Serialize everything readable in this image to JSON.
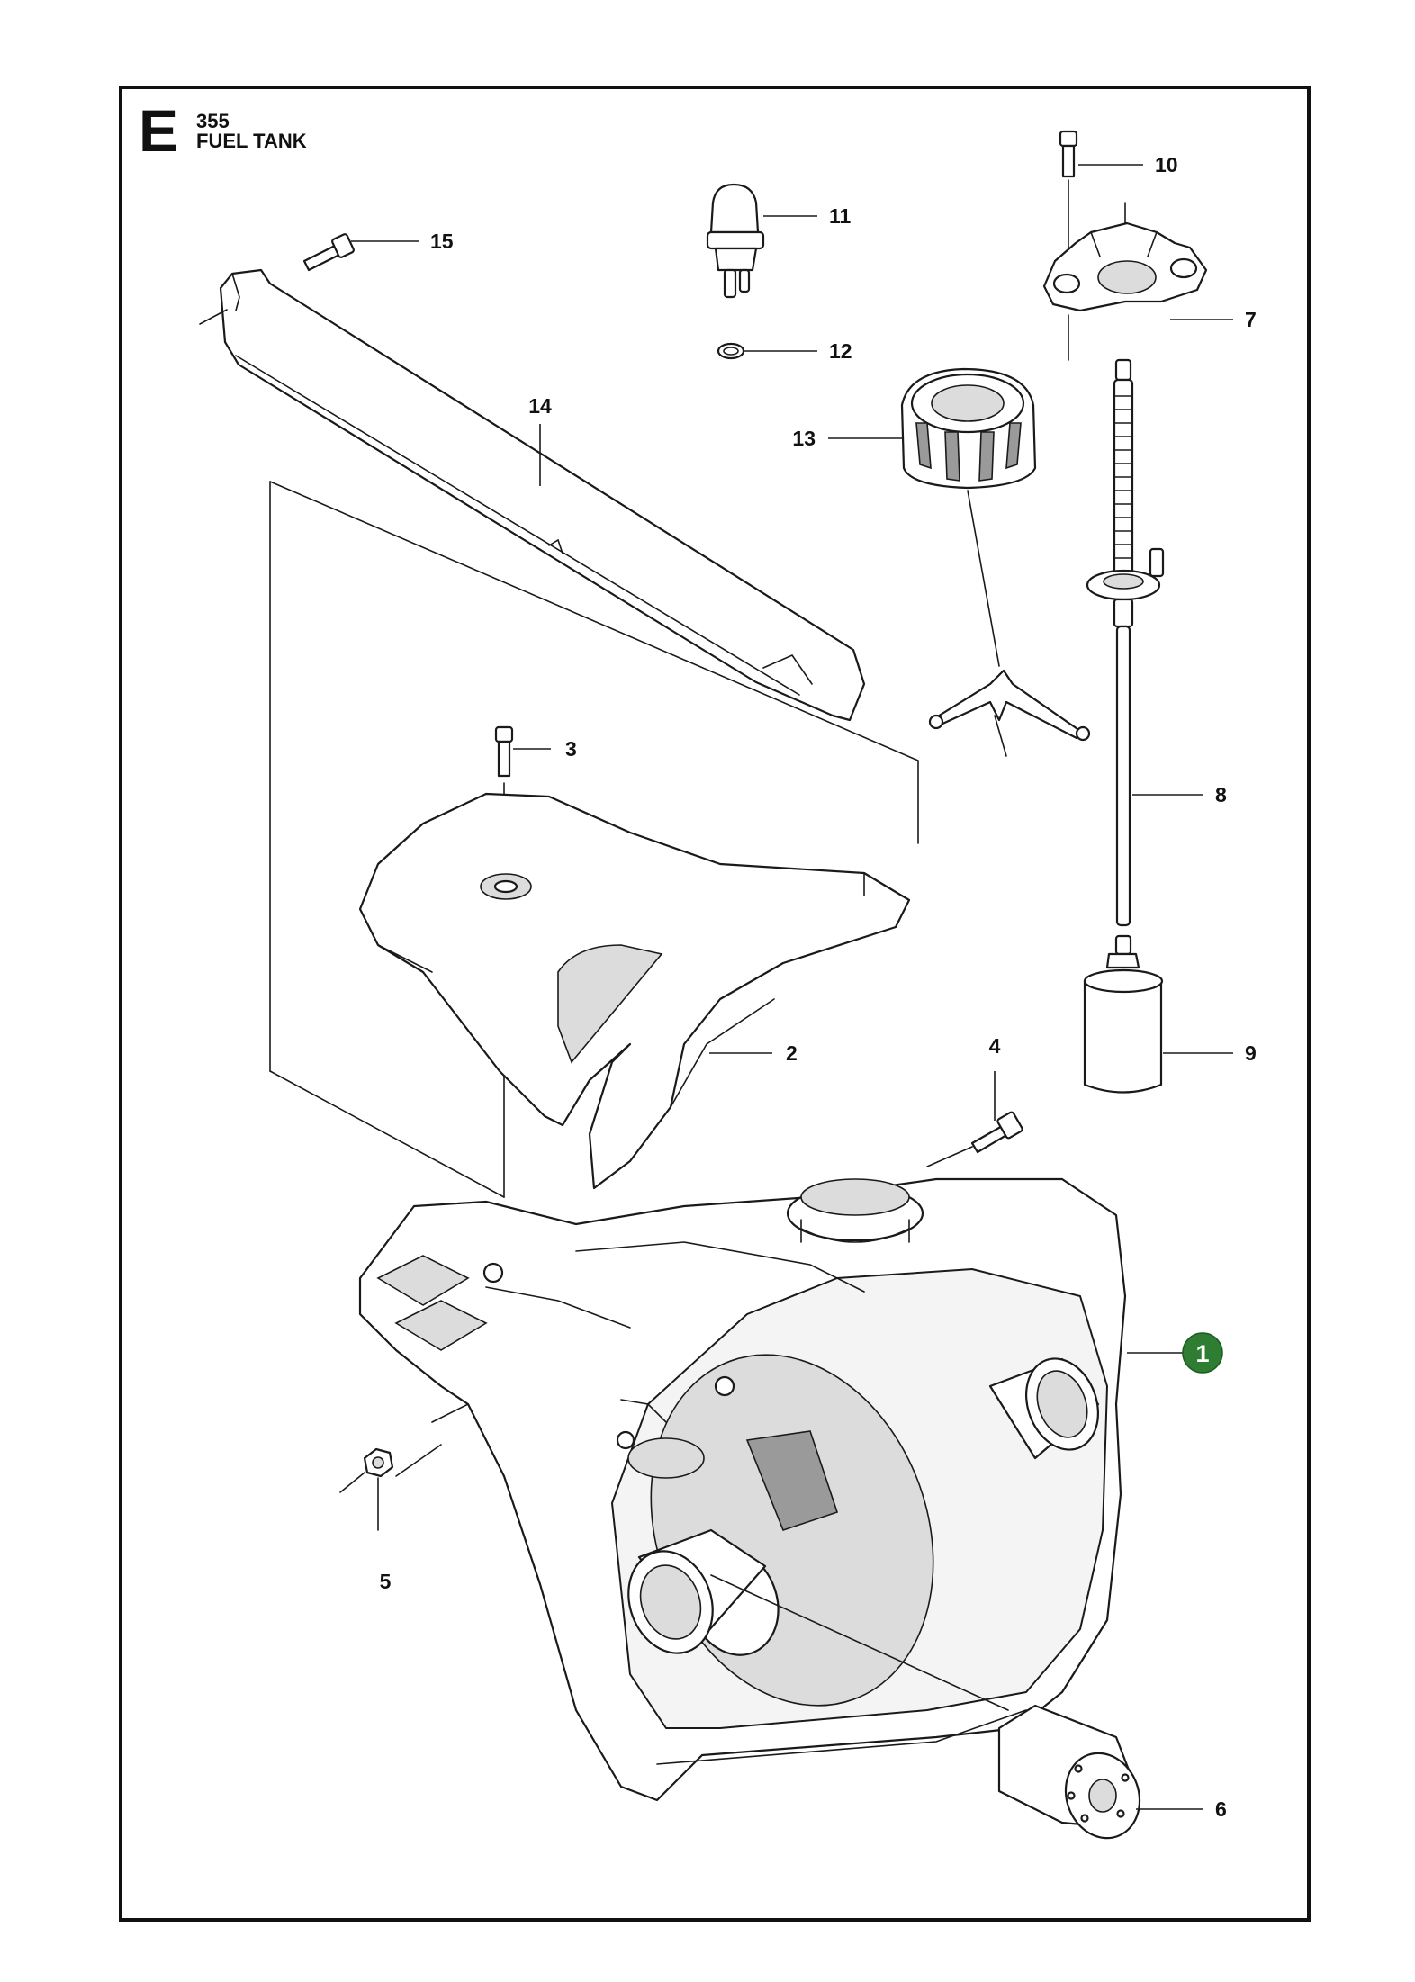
{
  "header": {
    "section_letter": "E",
    "model": "355",
    "title": "FUEL TANK"
  },
  "colors": {
    "highlight_badge": "#2e7d32",
    "line_art": "#1a1a1a"
  },
  "callouts": [
    {
      "id": "1",
      "highlighted": true
    },
    {
      "id": "2"
    },
    {
      "id": "3"
    },
    {
      "id": "4"
    },
    {
      "id": "5"
    },
    {
      "id": "6"
    },
    {
      "id": "7"
    },
    {
      "id": "8"
    },
    {
      "id": "9"
    },
    {
      "id": "10"
    },
    {
      "id": "11"
    },
    {
      "id": "12"
    },
    {
      "id": "13"
    },
    {
      "id": "14"
    },
    {
      "id": "15"
    }
  ]
}
